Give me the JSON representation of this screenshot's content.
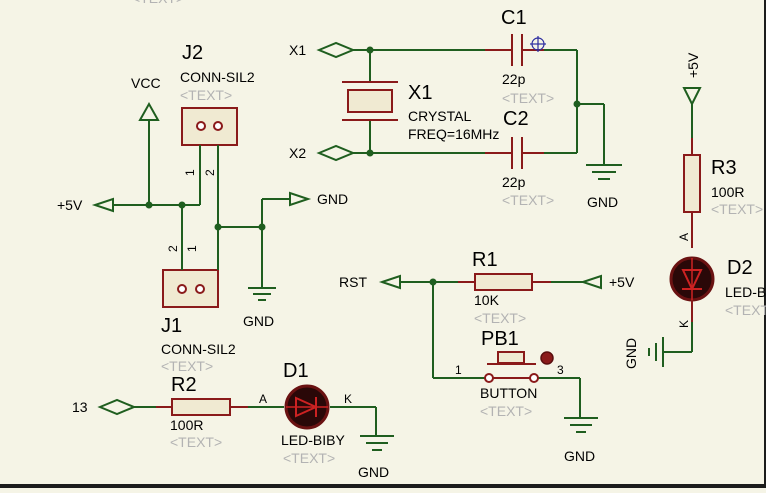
{
  "placeholder": "<TEXT>",
  "components": {
    "j2": {
      "ref": "J2",
      "value": "CONN-SIL2",
      "pin1": "1",
      "pin2": "2"
    },
    "j1": {
      "ref": "J1",
      "value": "CONN-SIL2",
      "pin1": "1",
      "pin2": "2"
    },
    "x1": {
      "ref": "X1",
      "value": "CRYSTAL",
      "freq": "FREQ=16MHz"
    },
    "c1": {
      "ref": "C1",
      "value": "22p"
    },
    "c2": {
      "ref": "C2",
      "value": "22p"
    },
    "r1": {
      "ref": "R1",
      "value": "10K"
    },
    "r2": {
      "ref": "R2",
      "value": "100R"
    },
    "r3": {
      "ref": "R3",
      "value": "100R"
    },
    "d1": {
      "ref": "D1",
      "value": "LED-BIBY",
      "pin_a": "A",
      "pin_k": "K"
    },
    "d2": {
      "ref": "D2",
      "value": "LED-B",
      "pin_a": "A",
      "pin_k": "K"
    },
    "pb1": {
      "ref": "PB1",
      "value": "BUTTON",
      "pin1": "1",
      "pin3": "3"
    }
  },
  "nets": {
    "vcc": "VCC",
    "plus5v_left": "+5V",
    "plus5v_r1": "+5V",
    "plus5v_top": "+5V",
    "gnd_j": "GND",
    "gnd_j1": "GND",
    "gnd_c2": "GND",
    "gnd_d1": "GND",
    "gnd_pb1": "GND",
    "gnd_d2": "GND",
    "x1": "X1",
    "x2": "X2",
    "rst": "RST",
    "pin13": "13"
  }
}
